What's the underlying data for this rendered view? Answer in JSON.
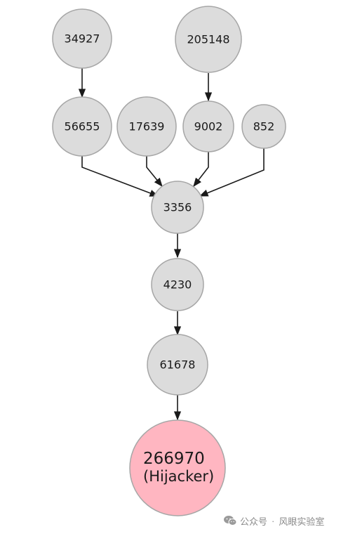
{
  "nodes": [
    {
      "id": "34927",
      "label": "34927"
    },
    {
      "id": "205148",
      "label": "205148"
    },
    {
      "id": "56655",
      "label": "56655"
    },
    {
      "id": "17639",
      "label": "17639"
    },
    {
      "id": "9002",
      "label": "9002"
    },
    {
      "id": "852",
      "label": "852"
    },
    {
      "id": "3356",
      "label": "3356"
    },
    {
      "id": "4230",
      "label": "4230"
    },
    {
      "id": "61678",
      "label": "61678"
    },
    {
      "id": "266970",
      "label_line1": "266970",
      "label_line2": "(Hijacker)"
    }
  ],
  "edges": [
    {
      "from": "34927",
      "to": "56655"
    },
    {
      "from": "205148",
      "to": "9002"
    },
    {
      "from": "56655",
      "to": "3356"
    },
    {
      "from": "17639",
      "to": "3356"
    },
    {
      "from": "9002",
      "to": "3356"
    },
    {
      "from": "852",
      "to": "3356"
    },
    {
      "from": "3356",
      "to": "4230"
    },
    {
      "from": "4230",
      "to": "61678"
    },
    {
      "from": "61678",
      "to": "266970"
    }
  ],
  "colors": {
    "node_fill": "#dcdcdc",
    "node_stroke": "#a6a6a6",
    "hijacker_fill": "#ffb6c1",
    "hijacker_stroke": "#a6a6a6",
    "edge": "#1a1a1a"
  },
  "watermark": {
    "icon": "wechat-icon",
    "account_type": "公众号",
    "separator": "·",
    "name": "风眼实验室"
  }
}
